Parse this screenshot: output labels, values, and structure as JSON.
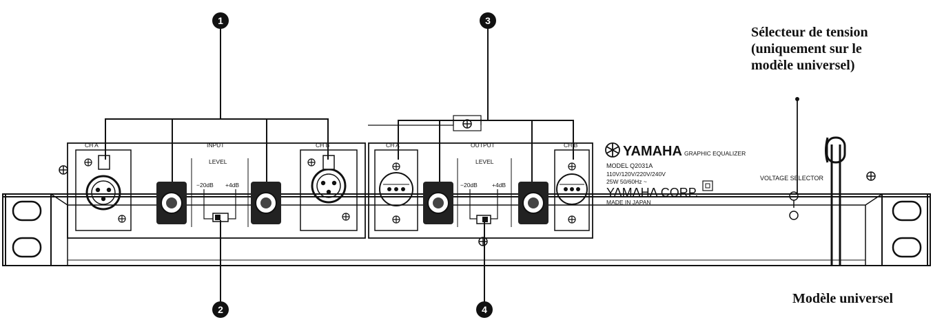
{
  "callouts": {
    "c1": "1",
    "c2": "2",
    "c3": "3",
    "c4": "4"
  },
  "caption_voltage": {
    "line1": "Sélecteur de tension",
    "line2": "(uniquement sur le",
    "line3": "modèle universel)"
  },
  "caption_model": "Modèle universel",
  "panel": {
    "input_section": {
      "ch_a": "CH A",
      "title": "INPUT",
      "ch_b": "CH B",
      "level": "LEVEL",
      "minus20": "−20dB",
      "plus4": "+4dB"
    },
    "output_section": {
      "ch_a": "CH A",
      "title": "OUTPUT",
      "ch_b": "CH B",
      "level": "LEVEL",
      "minus20": "−20dB",
      "plus4": "+4dB"
    },
    "brand": {
      "logo": "YAMAHA",
      "product": "GRAPHIC EQUALIZER",
      "model": "MODEL Q2031A",
      "voltages": "110V/120V/220V/240V",
      "power": "25W    50/60Hz ~",
      "corp": "YAMAHA  CORP.",
      "origin": "MADE IN JAPAN"
    },
    "voltage_selector": "VOLTAGE SELECTOR"
  }
}
